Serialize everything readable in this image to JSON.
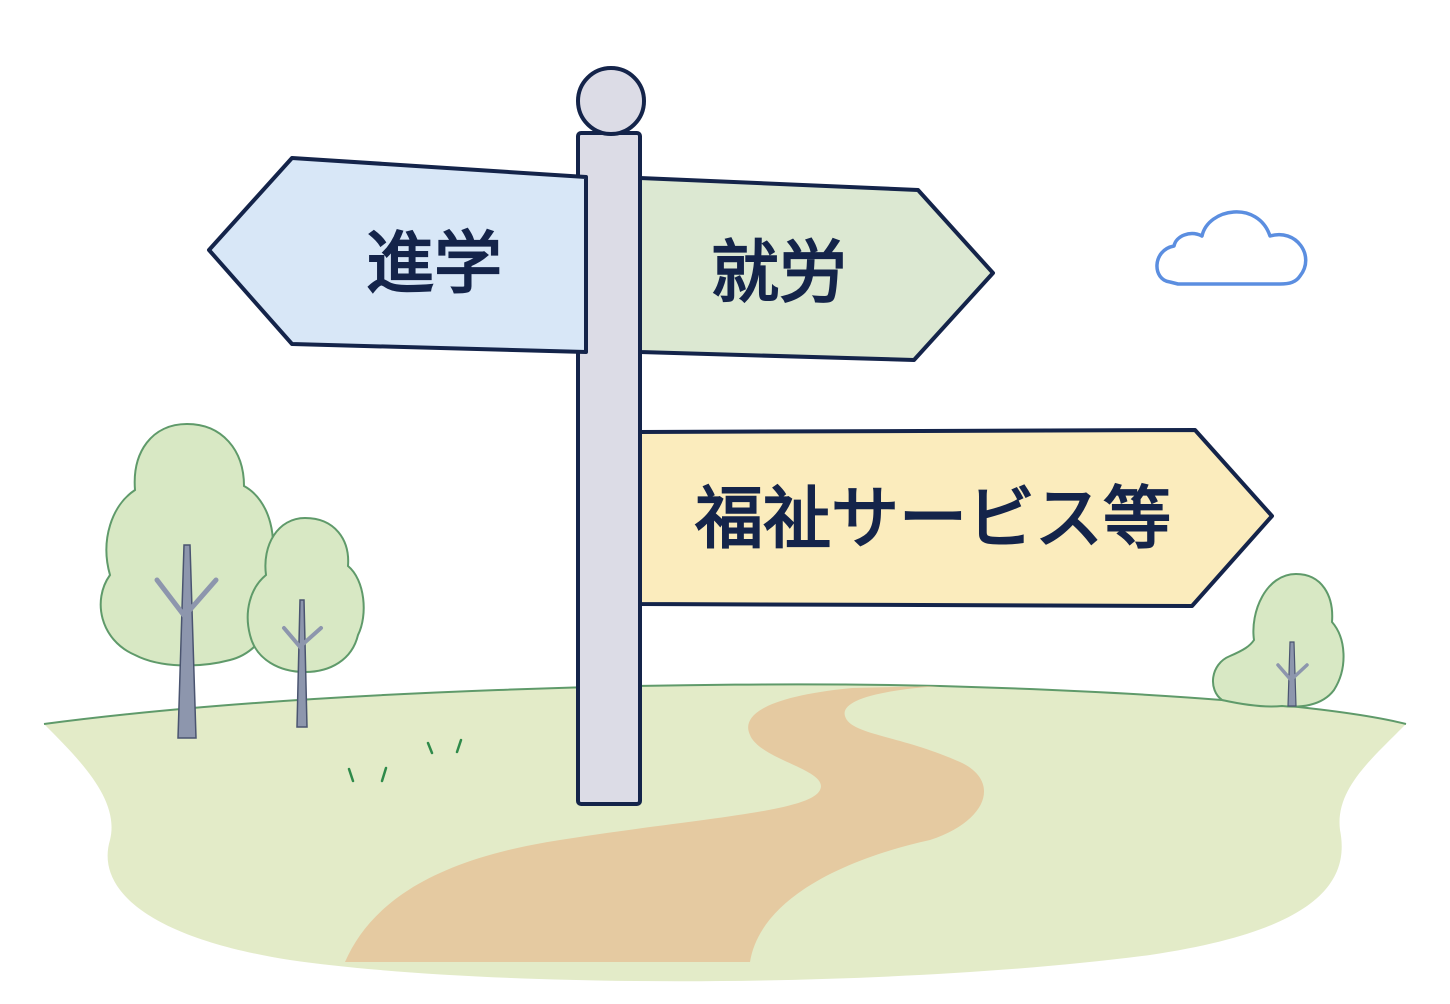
{
  "signs": {
    "left": {
      "label": "進学"
    },
    "right_top": {
      "label": "就労"
    },
    "right_bottom": {
      "label": "福祉サービス等"
    }
  },
  "colors": {
    "outline": "#14244a",
    "sign_left": "#d8e7f7",
    "sign_right_top": "#dce8d2",
    "sign_right_bottom": "#fbecbd",
    "post": "#dcdce6",
    "ground": "#e3ebc8",
    "path": "#e5caa1",
    "tree_canopy": "#d8e8c4",
    "tree_outline": "#5f9a6a",
    "trunk": "#8d96ad",
    "cloud_outline": "#5b8ee0"
  },
  "icons": [
    "signpost-icon",
    "tree-icon",
    "cloud-icon",
    "path-icon"
  ]
}
